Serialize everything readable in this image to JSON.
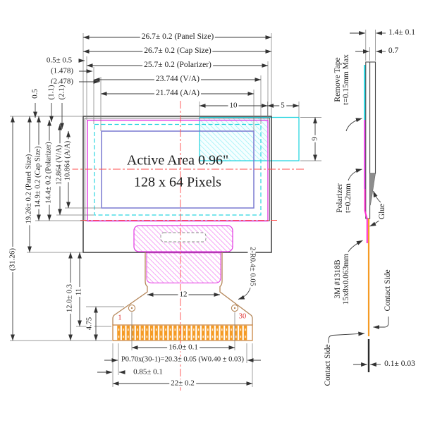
{
  "front_view": {
    "active_area_line1": "Active Area 0.96\"",
    "active_area_line2": "128 x 64 Pixels",
    "dim_panel_w": "26.7± 0.2 (Panel Size)",
    "dim_cap_w": "26.7± 0.2 (Cap Size)",
    "dim_pol_w": "25.7± 0.2 (Polarizer)",
    "dim_va_w": "23.744 (V/A)",
    "dim_aa_w": "21.744 (A/A)",
    "dim_tape_in": "10",
    "dim_tape_out": "5",
    "off_pol_x": "0.5± 0.5",
    "off_va_x": "(1.478)",
    "off_aa_x": "(2.478)",
    "off_pol_y": "0.5",
    "off_va_y": "(1.1)",
    "off_aa_y": "(2.1)",
    "dim_total_h": "(31.26)",
    "dim_panel_h": "19.26± 0.2 (Panel Size)",
    "dim_cap_h": "14.9± 0.2 (Cap Size)",
    "dim_pol_h": "14.4± 0.2 (Polarizer)",
    "dim_va_h": "12.864 (V/A)",
    "dim_aa_h": "10.864 (A/A)",
    "dim_tape_h": "9"
  },
  "fpc": {
    "dim_notch": "2-R0.4± 0.05",
    "dim_tab_w": "12",
    "dim_len_outer": "12.0± 0.3",
    "dim_len_inner": "11",
    "dim_hole_y": "4.75",
    "pin_first": "1",
    "pin_last": "30",
    "dim_hole_span": "16.0± 0.1",
    "dim_pitch": "P0.70x(30-1)=20.3± 0.05 (W0.40 ± 0.03)",
    "dim_margin": "0.85± 0.1",
    "dim_fpc_w": "22± 0.2"
  },
  "side_view": {
    "dim_total_t": "1.4± 0.1",
    "dim_cap_t": "0.7",
    "remove_tape_line1": "Remove Tape",
    "remove_tape_line2": "t=0.15mm Max",
    "polarizer_line1": "Polarizer",
    "polarizer_line2": "t=0.2mm",
    "glue": "Glue",
    "tape_line1": "3M #1318B",
    "tape_line2": "15x8x0.063mm",
    "contact_side_right": "Contact Side",
    "contact_side_left": "Contact Side",
    "dim_fpc_t": "0.1± 0.03"
  },
  "colors": {
    "polarizer_outline": "#e23ae2",
    "va_outline": "#2bd5e0",
    "aa_outline": "#7a7ad0",
    "centerline": "#ff4d4d",
    "fpc_copper": "#f59b25",
    "fpc_edge": "#b5875a",
    "pin_number": "#e03030",
    "tape_cyan": "#3adde8",
    "tape_magenta": "#ff2bd0"
  }
}
